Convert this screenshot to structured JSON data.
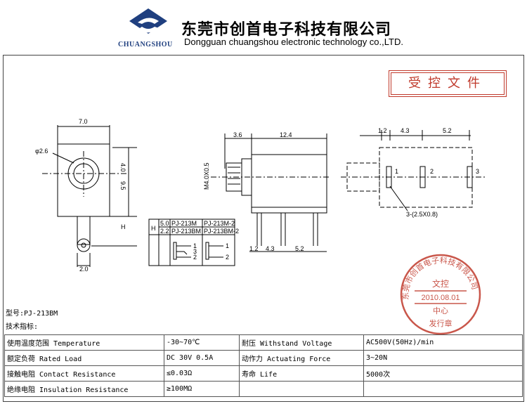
{
  "header": {
    "logo_text": "CHUANGSHOU",
    "company_cn": "东莞市创首电子科技有限公司",
    "company_en": "Dongguan chuangshou electronic technology co.,LTD."
  },
  "stamp_label": "受控文件",
  "front_view": {
    "width_dim": "7.0",
    "hole_dim": "φ2.6",
    "dim_4": "4.0",
    "dim_95": "9.5",
    "dim_h": "H",
    "dim_2": "2.0"
  },
  "side_view": {
    "dim_36": "3.6",
    "dim_124": "12.4",
    "thread": "M4.0X0.5",
    "dim_12": "1.2",
    "dim_43": "4.3",
    "dim_52": "5.2"
  },
  "top_view": {
    "dim_12": "1.2",
    "dim_43": "4.3",
    "dim_52": "5.2",
    "pin_1": "1",
    "pin_2": "2",
    "pin_3": "3",
    "pad_note": "3-(2.5X0.8)"
  },
  "variant_table": {
    "h_label": "H",
    "rows": [
      {
        "h": "5.0",
        "a": "PJ-213M",
        "b": "PJ-213M-2"
      },
      {
        "h": "2.2",
        "a": "PJ-213BM",
        "b": "PJ-213BM-2"
      }
    ],
    "pins": [
      "1",
      "3",
      "2"
    ],
    "pins_b": [
      "1",
      "2"
    ]
  },
  "model_line": "型号:PJ-213BM",
  "spec_title": "技术指标:",
  "specs": [
    {
      "k1": "使用温度范围 Temperature",
      "v1": "-30~70℃",
      "k2": "耐压 Withstand Voltage",
      "v2": "AC500V(50Hz)/min"
    },
    {
      "k1": "额定负荷 Rated Load",
      "v1": "DC 30V 0.5A",
      "k2": "动作力 Actuating Force",
      "v2": "3~20N"
    },
    {
      "k1": "接触电阻 Contact Resistance",
      "v1": "≤0.03Ω",
      "k2": "寿命 Life",
      "v2": "5000次"
    },
    {
      "k1": "绝缘电阻 Insulation Resistance",
      "v1": "≥100MΩ",
      "k2": "",
      "v2": ""
    }
  ],
  "seal": {
    "ring_text": "东莞市创首电子科技有限公司",
    "line1": "文控",
    "date": "2010.08.01",
    "line2": "中心",
    "bottom": "发行章"
  },
  "colors": {
    "stamp_red": "#c0392b",
    "logo_blue": "#1f3f7f"
  }
}
